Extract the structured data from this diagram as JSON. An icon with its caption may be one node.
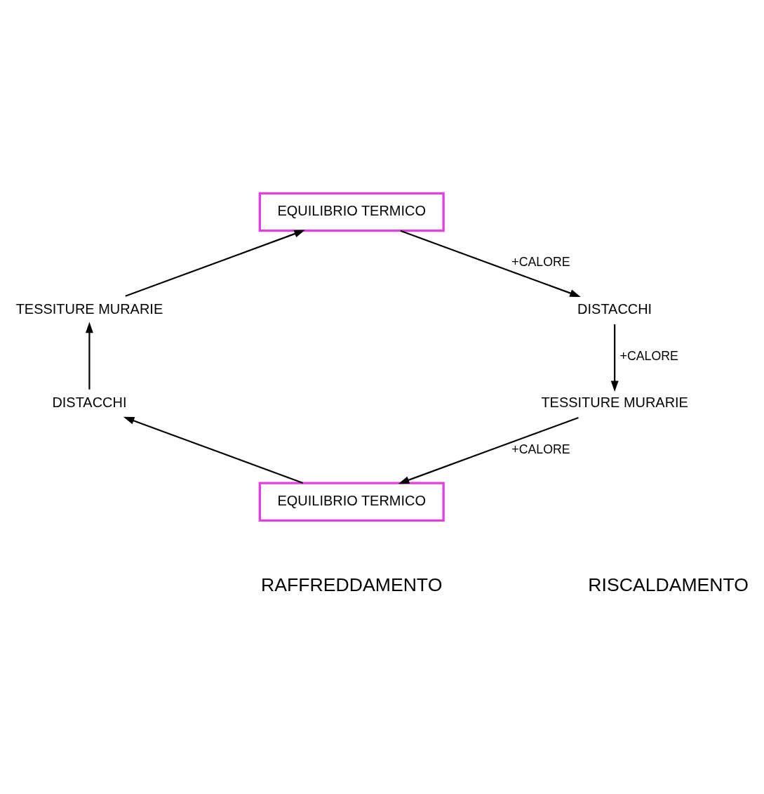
{
  "diagram": {
    "nodes": [
      {
        "text": [
          "EQUILIBRIO TERMICO"
        ]
      },
      {
        "text": [
          "DISTACCHI"
        ]
      },
      {
        "text": [
          "TESSITURE MURARIE"
        ]
      },
      {
        "text": [
          "EQUILIBRIO TERMICO"
        ]
      },
      {
        "text": [
          "DISTACCHI"
        ]
      },
      {
        "text": [
          "TESSITURE MURARIE"
        ]
      }
    ],
    "edges": [
      {
        "from": 0,
        "to": 1,
        "arrow": "to",
        "label": "+CALORE"
      },
      {
        "from": 1,
        "to": 2,
        "arrow": "to",
        "label": "+CALORE"
      },
      {
        "from": 2,
        "to": 3,
        "arrow": "to",
        "label": "+CALORE"
      },
      {
        "from": 3,
        "to": 4,
        "arrow": "to"
      },
      {
        "from": 4,
        "to": 5,
        "arrow": "to"
      },
      {
        "from": 5,
        "to": 0,
        "arrow": "to"
      }
    ],
    "labels": [
      "RAFFREDDAMENTO",
      "RISCALDAMENTO"
    ]
  }
}
